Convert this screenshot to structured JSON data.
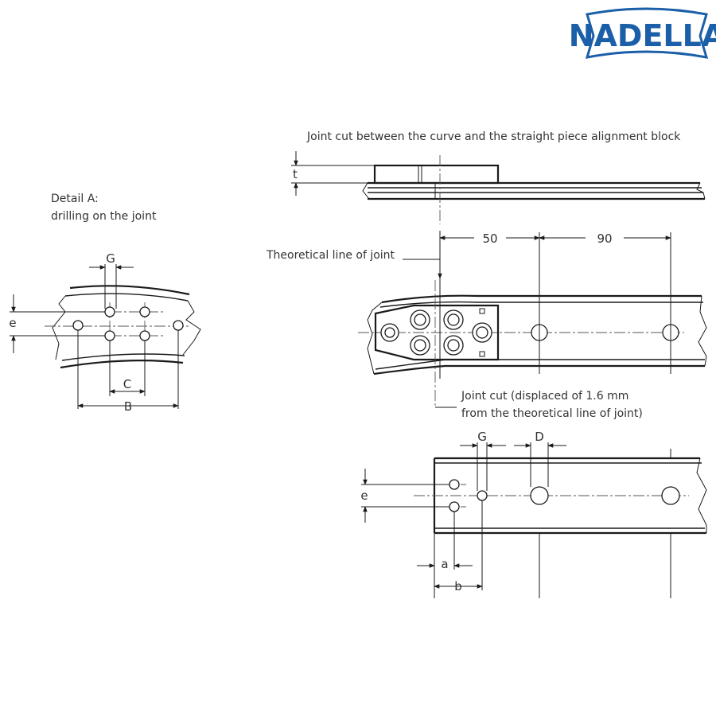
{
  "brand": {
    "logo_text": "NADELLA",
    "logo_color": "#1b5fa8"
  },
  "detail_a": {
    "title_line1": "Detail A:",
    "title_line2": "drilling on the joint",
    "dim_g": "G",
    "dim_e": "e",
    "dim_c": "C",
    "dim_b": "B"
  },
  "side_view": {
    "caption": "Joint cut between the curve and the straight piece alignment block",
    "dim_t": "t"
  },
  "top_view": {
    "theoretical_line_label": "Theoretical line of joint",
    "dim_50": "50",
    "dim_90": "90",
    "joint_cut_line1": "Joint cut (displaced of 1.6 mm",
    "joint_cut_line2": "from the theoretical line of joint)"
  },
  "bottom_view": {
    "dim_g": "G",
    "dim_d": "D",
    "dim_e": "e",
    "dim_a": "a",
    "dim_b": "b"
  }
}
